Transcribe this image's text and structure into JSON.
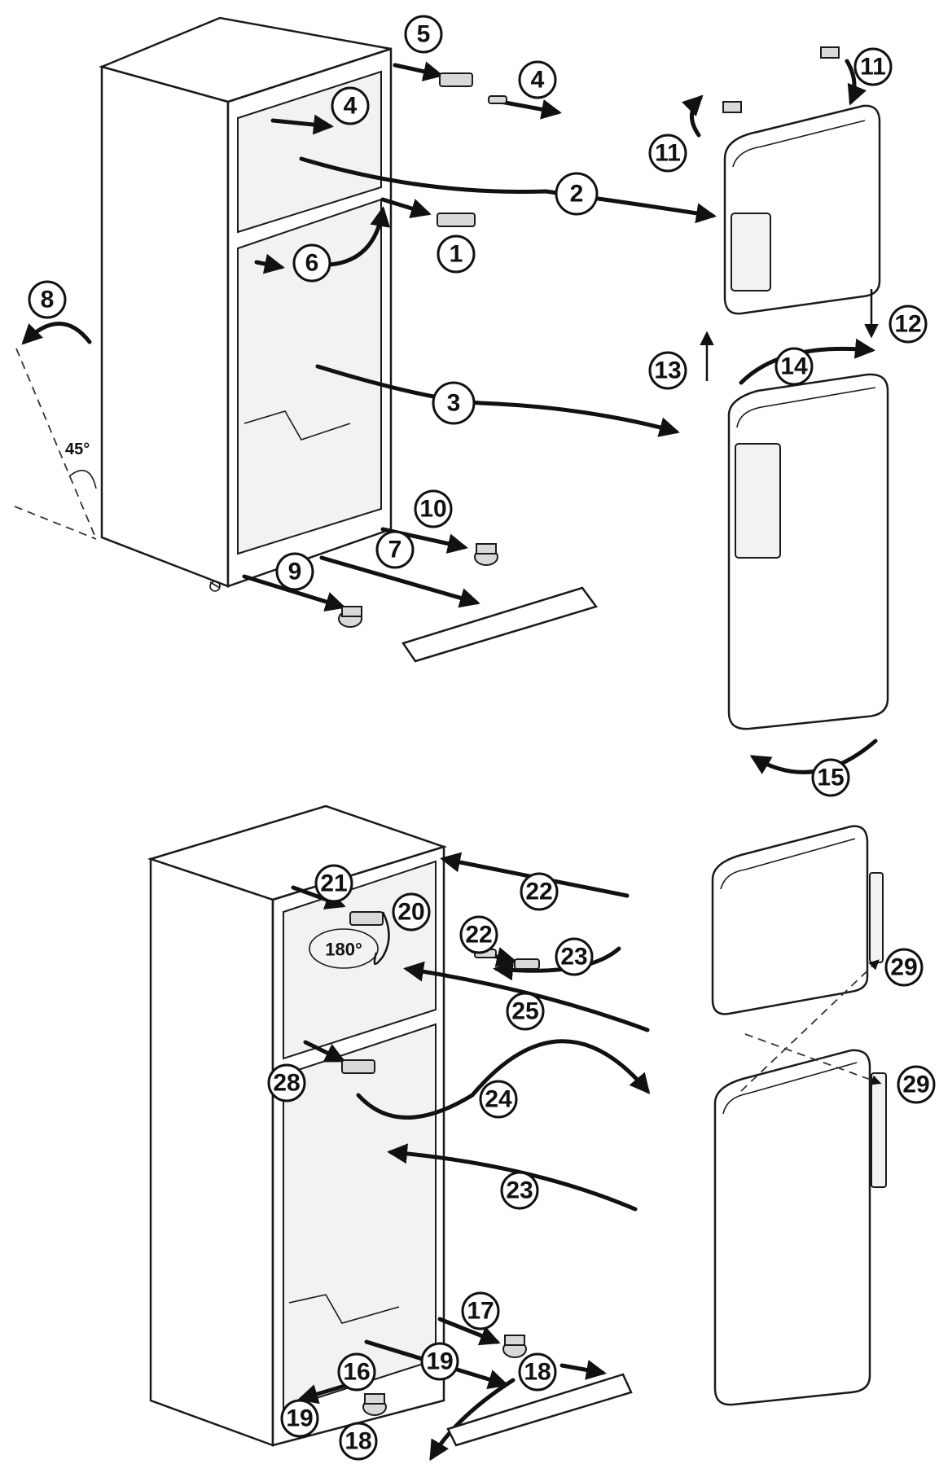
{
  "callouts": [
    "1",
    "2",
    "3",
    "4",
    "5",
    "6",
    "7",
    "8",
    "9",
    "10",
    "11",
    "12",
    "13",
    "14",
    "15",
    "16",
    "17",
    "18",
    "19",
    "20",
    "21",
    "22",
    "23",
    "24",
    "25",
    "28",
    "29"
  ],
  "angle_tilt": "45°",
  "angle_rotate": "180°",
  "colors": {
    "ink": "#1a1a1a",
    "paper": "#ffffff",
    "panel": "#f2f2f2",
    "part": "#d9d9d9"
  }
}
